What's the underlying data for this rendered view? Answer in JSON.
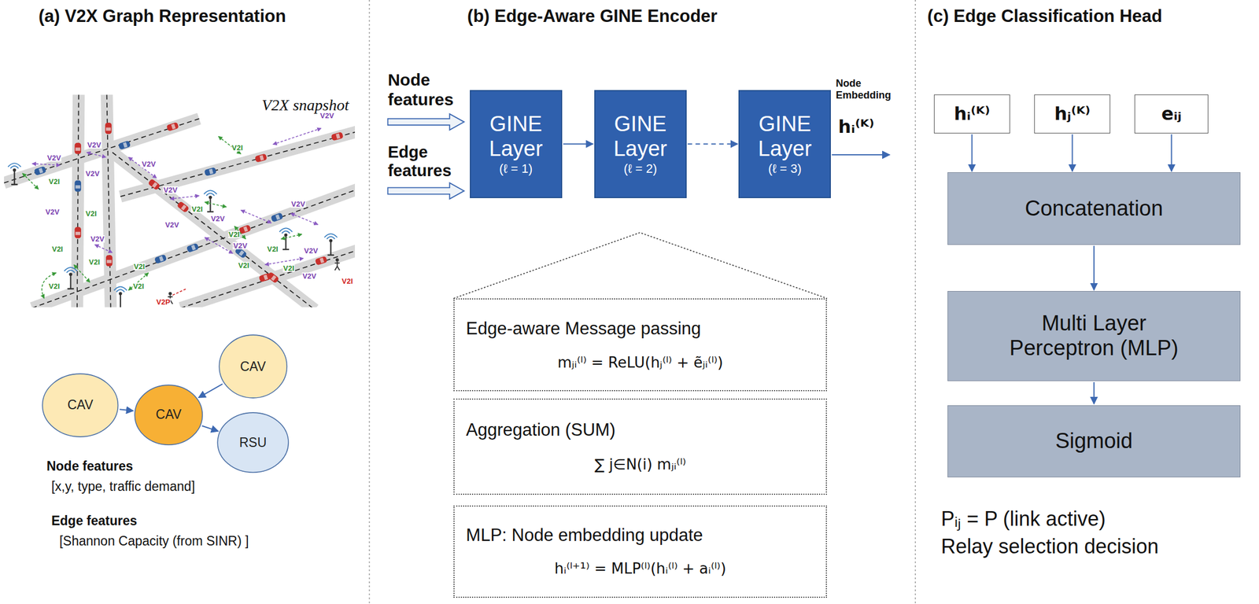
{
  "diagram": {
    "nodes": [
      {
        "text": [
          "CAV"
        ]
      },
      {
        "text": [
          "CAV"
        ]
      },
      {
        "text": [
          "CAV"
        ]
      },
      {
        "text": [
          "RSU"
        ]
      },
      {
        "text": [
          "GINE Layer",
          "(ℓ = 1)"
        ]
      },
      {
        "text": [
          "GINE Layer",
          "(ℓ = 2)"
        ]
      },
      {
        "text": [
          "GINE Layer",
          "(ℓ = 3)"
        ]
      },
      {
        "text": [
          "Edge-aware Message passing",
          "mⱼᵢ⁽ˡ⁾ = ReLU(hⱼ⁽ˡ⁾ + ẽⱼᵢ⁽ˡ⁾)"
        ]
      },
      {
        "text": [
          "Aggregation (SUM)",
          "∑ j∈N(i) mⱼᵢ⁽ˡ⁾"
        ]
      },
      {
        "text": [
          "MLP: Node embedding update",
          "hᵢ⁽ˡ⁺¹⁾ = MLP⁽ˡ⁾(hᵢ⁽ˡ⁾ + aᵢ⁽ˡ⁾)"
        ]
      },
      {
        "text": [
          "hᵢ⁽ᴷ⁾"
        ]
      },
      {
        "text": [
          "hⱼ⁽ᴷ⁾"
        ]
      },
      {
        "text": [
          "eᵢⱼ"
        ]
      },
      {
        "text": [
          "Concatenation"
        ]
      },
      {
        "text": [
          "Multi Layer Perceptron (MLP)"
        ]
      },
      {
        "text": [
          "Sigmoid"
        ]
      }
    ],
    "edges": [
      {
        "from": 1,
        "to": 2,
        "arrow": "to"
      },
      {
        "from": 0,
        "to": 2,
        "arrow": "to"
      },
      {
        "from": 2,
        "to": 3,
        "arrow": "to"
      },
      {
        "from": 4,
        "to": 5,
        "arrow": "to"
      },
      {
        "from": 5,
        "to": 6,
        "arrow": "to"
      },
      {
        "from": 10,
        "to": 13,
        "arrow": "to"
      },
      {
        "from": 11,
        "to": 13,
        "arrow": "to"
      },
      {
        "from": 12,
        "to": 13,
        "arrow": "to"
      },
      {
        "from": 13,
        "to": 14,
        "arrow": "to"
      },
      {
        "from": 14,
        "to": 15,
        "arrow": "to"
      }
    ],
    "labels": [
      "(a) V2X Graph Representation",
      "(b) Edge-Aware GINE Encoder",
      "(c) Edge Classification Head",
      "V2X snapshot",
      "V2V",
      "V2V",
      "V2V",
      "V2V",
      "V2V",
      "V2V",
      "V2V",
      "V2V",
      "V2V",
      "V2V",
      "V2V",
      "V2V",
      "V2V",
      "V2V",
      "V2I",
      "V2I",
      "V2I",
      "V2I",
      "V2I",
      "V2I",
      "V2I",
      "V2I",
      "V2I",
      "V2I",
      "V2I",
      "V2I",
      "V2I",
      "V2P",
      "V2I",
      "Node features",
      "[x,y, type, traffic demand]",
      "Edge features",
      "[Shannon Capacity (from SINR) ]",
      "Node features",
      "Edge features",
      "Node Embedding",
      "hᵢ⁽ᴷ⁾",
      "Pᵢⱼ = P (link active)",
      "Relay selection decision"
    ]
  }
}
